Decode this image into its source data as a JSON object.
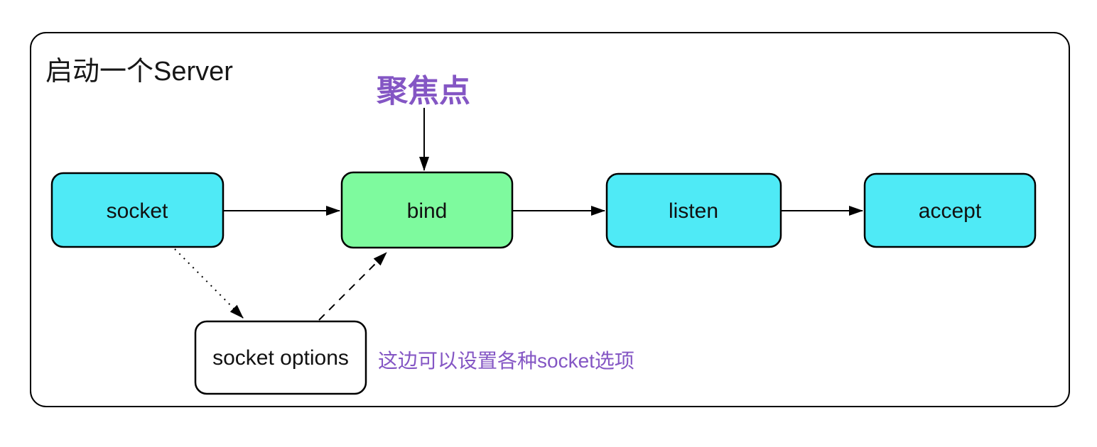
{
  "diagram": {
    "title": "启动一个Server",
    "focus_label": "聚焦点",
    "note": "这边可以设置各种socket选项",
    "nodes": {
      "socket": "socket",
      "bind": "bind",
      "listen": "listen",
      "accept": "accept",
      "socket_options": "socket options"
    },
    "colors": {
      "node_cyan": "#4FEAF6",
      "node_green": "#7EFA9E",
      "node_white": "#FFFFFF",
      "annotation_purple": "#8456C4",
      "stroke_black": "#000000",
      "background": "#FFFFFF"
    }
  }
}
